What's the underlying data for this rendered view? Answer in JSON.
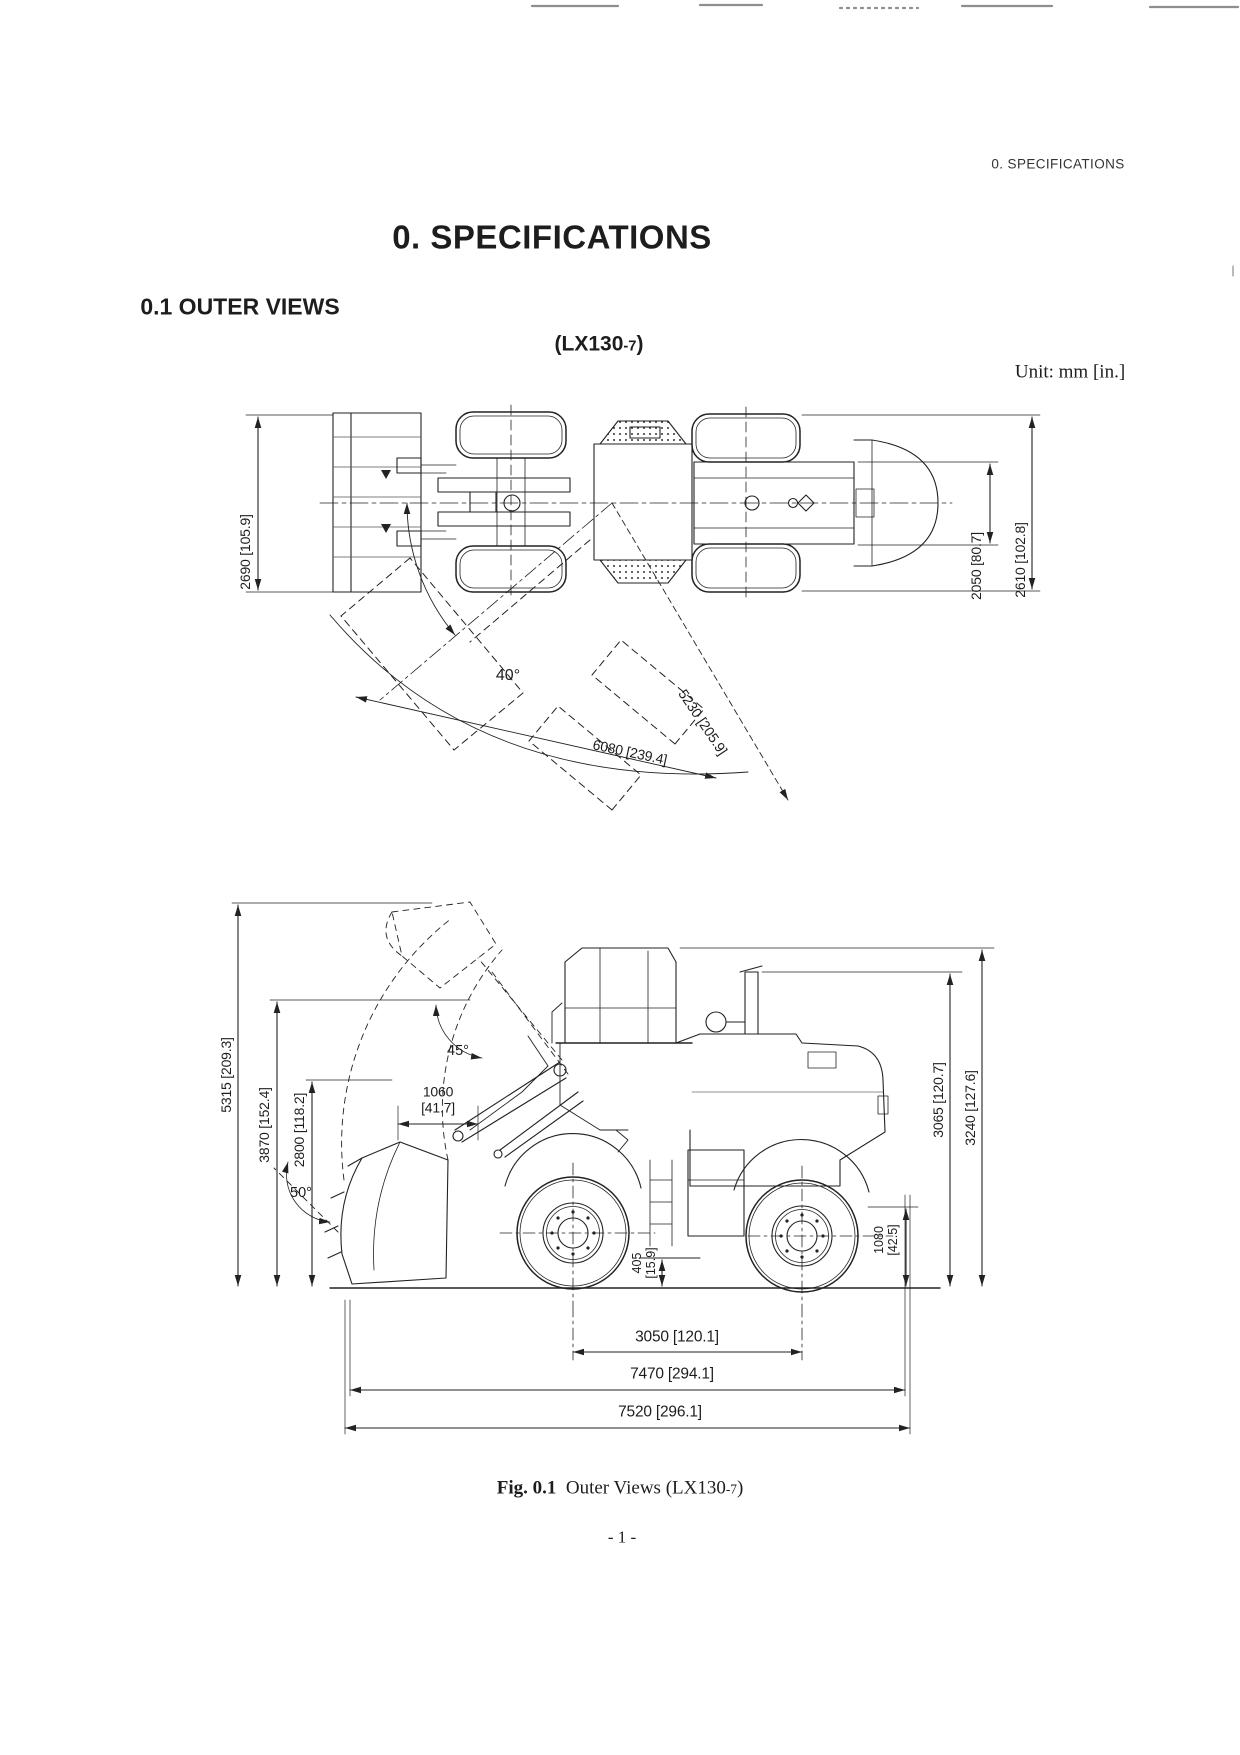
{
  "header": {
    "right": "0. SPECIFICATIONS"
  },
  "title": "0. SPECIFICATIONS",
  "section": "0.1 OUTER VIEWS",
  "model": {
    "prefix": "(LX130",
    "sub": "-7",
    "suffix": ")"
  },
  "unit_note": "Unit: mm [in.]",
  "top_view": {
    "bucket_width": "2690 [105.9]",
    "rear_width": "2050 [80.7]",
    "overall_width": "2610 [102.8]",
    "articulation_angle": "40°",
    "inner_radius": "5230 [205.9]",
    "outer_radius": "6080 [239.4]"
  },
  "side_view": {
    "height_bucket_raised": "5315 [209.3]",
    "hinge_pin_height": "3870 [152.4]",
    "dump_clearance": "2800 [118.2]",
    "dump_angle": "45°",
    "rollback_angle": "50°",
    "reach_mm": "1060",
    "reach_in": "[41.7]",
    "clearance_mm": "405",
    "clearance_in": "[15.9]",
    "height_to_cab": "3065 [120.7]",
    "overall_height": "3240 [127.6]",
    "rear_clearance_mm": "1080",
    "rear_clearance_in": "[42.5]",
    "wheelbase": "3050 [120.1]",
    "length_to_bucket_face": "7470 [294.1]",
    "overall_length": "7520 [296.1]"
  },
  "caption": {
    "fig": "Fig. 0.1",
    "text": "Outer Views (LX130",
    "sub": "-7",
    "end": ")"
  },
  "page_number": "- 1 -"
}
